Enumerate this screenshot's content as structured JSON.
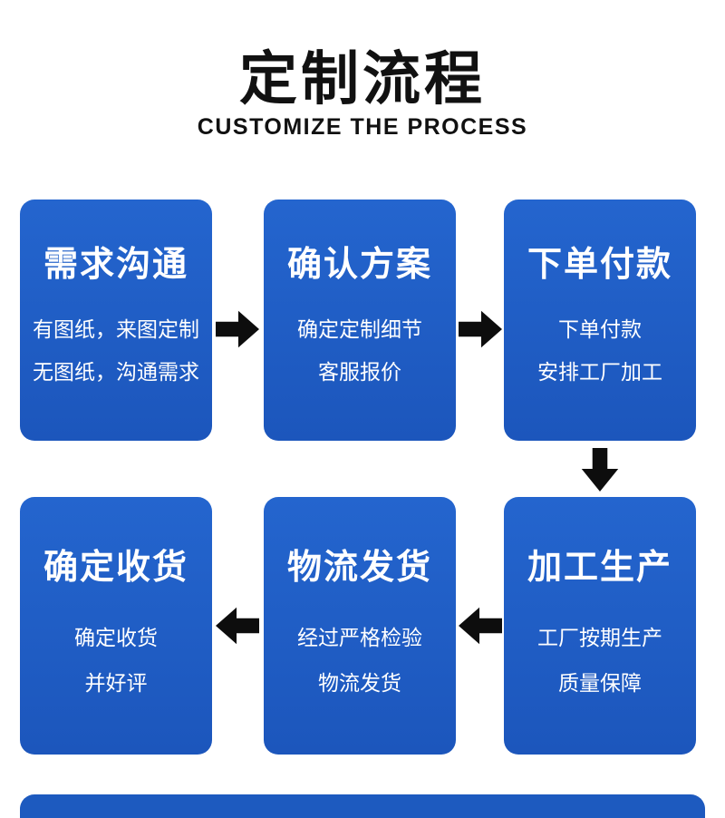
{
  "page": {
    "title": "定制流程",
    "subtitle": "CUSTOMIZE THE PROCESS",
    "accent_color": "#1d5abf",
    "arrow_color": "#0d0d0d",
    "text_color": "#ffffff"
  },
  "steps": [
    {
      "title": "需求沟通",
      "lines": [
        "有图纸，来图定制",
        "无图纸，沟通需求"
      ]
    },
    {
      "title": "确认方案",
      "lines": [
        "确定定制细节",
        "客服报价"
      ]
    },
    {
      "title": "下单付款",
      "lines": [
        "下单付款",
        "安排工厂加工"
      ]
    },
    {
      "title": "加工生产",
      "lines": [
        "工厂按期生产",
        "质量保障"
      ]
    },
    {
      "title": "物流发货",
      "lines": [
        "经过严格检验",
        "物流发货"
      ]
    },
    {
      "title": "确定收货",
      "lines": [
        "确定收货",
        "并好评"
      ]
    }
  ]
}
